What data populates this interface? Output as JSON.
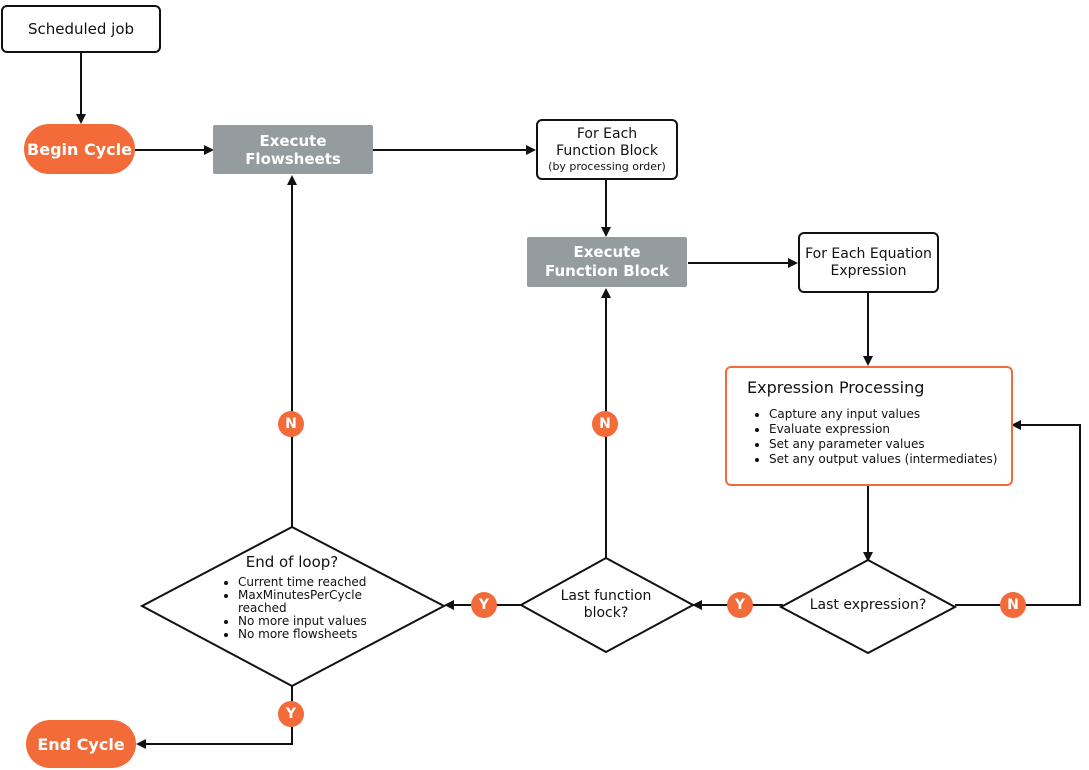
{
  "nodes": {
    "scheduled_job": "Scheduled job",
    "begin_cycle": "Begin Cycle",
    "execute_flowsheets": "Execute Flowsheets",
    "for_each_function_block": "For Each Function Block",
    "by_processing_order": "(by processing order)",
    "execute_function_block": "Execute Function Block",
    "for_each_equation_expression": "For Each Equation Expression",
    "end_cycle": "End Cycle"
  },
  "expression_processing": {
    "title": "Expression Processing",
    "items": [
      "Capture any input values",
      "Evaluate expression",
      "Set any parameter values",
      "Set any output values (intermediates)"
    ]
  },
  "decisions": {
    "last_expression": "Last expression?",
    "last_function_block": "Last function block?",
    "end_of_loop": {
      "title": "End of loop?",
      "items": [
        "Current time reached",
        "MaxMinutesPerCycle reached",
        "No more input values",
        "No more flowsheets"
      ]
    }
  },
  "labels": {
    "yes": "Y",
    "no": "N"
  },
  "colors": {
    "accent": "#f26b38",
    "gray_box": "#959ca0",
    "outline": "#111111"
  }
}
